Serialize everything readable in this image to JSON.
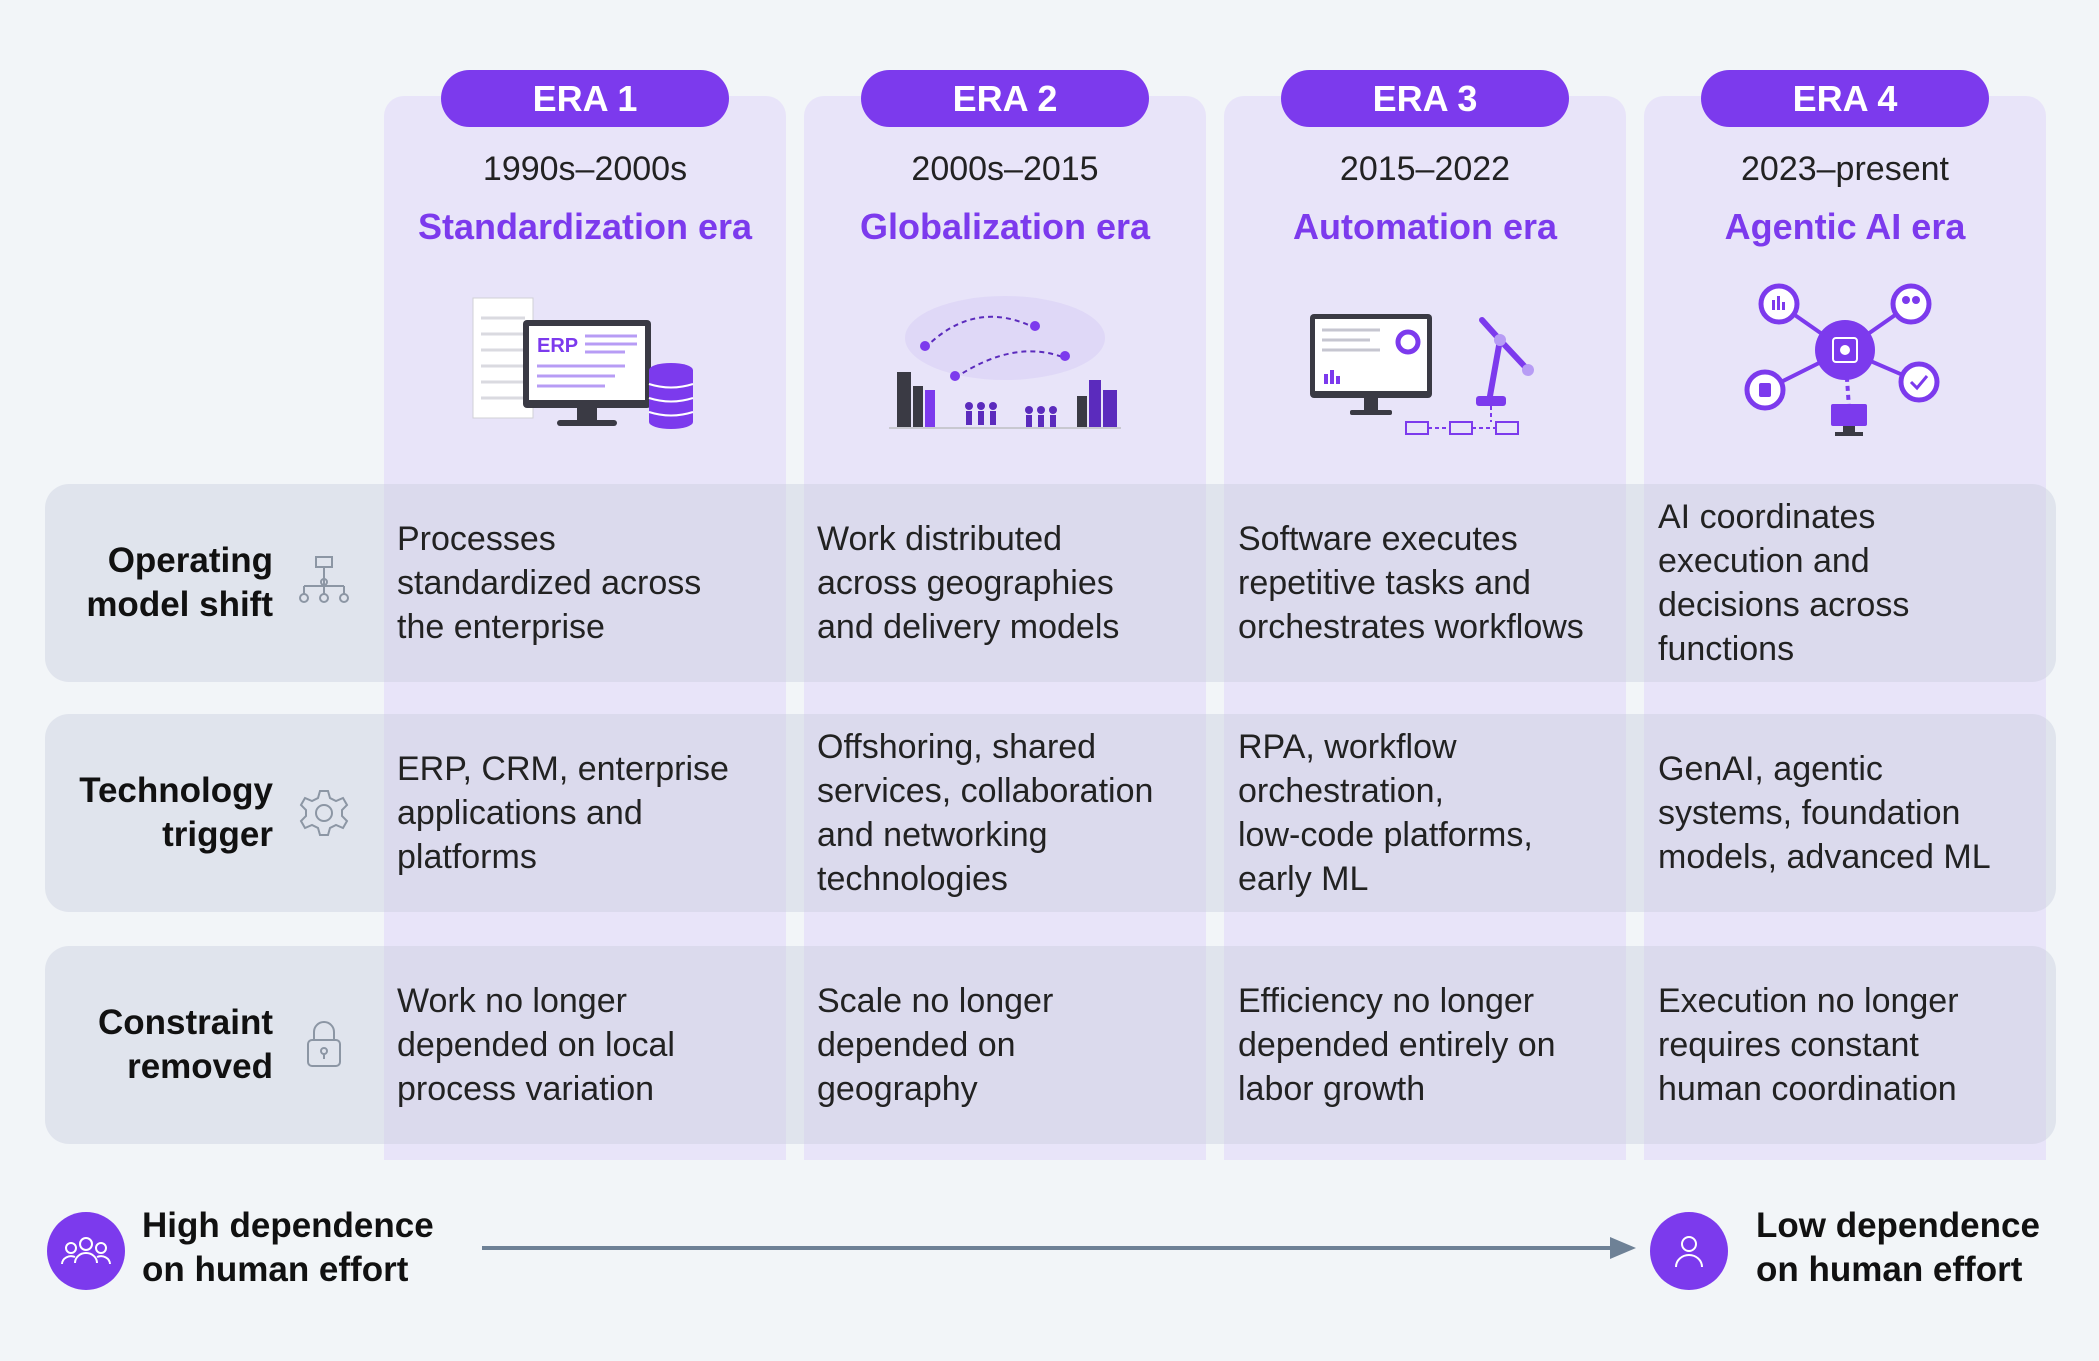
{
  "eras": [
    {
      "badge": "ERA 1",
      "years": "1990s–2000s",
      "name": "Standardization era",
      "illustration": "erp-computer-database-icon"
    },
    {
      "badge": "ERA 2",
      "years": "2000s–2015",
      "name": "Globalization era",
      "illustration": "world-map-cities-people-icon"
    },
    {
      "badge": "ERA 3",
      "years": "2015–2022",
      "name": "Automation era",
      "illustration": "monitor-robot-arm-workflow-icon"
    },
    {
      "badge": "ERA 4",
      "years": "2023–present",
      "name": "Agentic AI era",
      "illustration": "ai-chip-network-icon"
    }
  ],
  "rows": [
    {
      "label_line1": "Operating",
      "label_line2": "model shift",
      "icon": "org-chart-icon",
      "cells": [
        [
          "Processes",
          "standardized across",
          "the enterprise"
        ],
        [
          "Work distributed",
          "across geographies",
          "and delivery models"
        ],
        [
          "Software executes",
          "repetitive tasks and",
          "orchestrates workflows"
        ],
        [
          "AI coordinates",
          "execution and",
          "decisions across",
          "functions"
        ]
      ]
    },
    {
      "label_line1": "Technology",
      "label_line2": "trigger",
      "icon": "gear-icon",
      "cells": [
        [
          "ERP, CRM, enterprise",
          "applications and",
          "platforms"
        ],
        [
          "Offshoring, shared",
          "services, collaboration",
          "and networking",
          "technologies"
        ],
        [
          "RPA, workflow",
          "orchestration,",
          "low-code platforms,",
          "early ML"
        ],
        [
          "GenAI, agentic",
          "systems, foundation",
          "models, advanced ML"
        ]
      ]
    },
    {
      "label_line1": "Constraint",
      "label_line2": "removed",
      "icon": "lock-icon",
      "cells": [
        [
          "Work no longer",
          "depended on local",
          "process variation"
        ],
        [
          "Scale no longer",
          "depended on",
          "geography"
        ],
        [
          "Efficiency no longer",
          "depended entirely on",
          "labor growth"
        ],
        [
          "Execution no longer",
          "requires constant",
          "human coordination"
        ]
      ]
    }
  ],
  "footer": {
    "left_line1": "High dependence",
    "left_line2": "on human effort",
    "left_icon": "group-people-icon",
    "right_line1": "Low dependence",
    "right_line2": "on human effort",
    "right_icon": "single-person-icon"
  },
  "colors": {
    "accent": "#7c3aed",
    "column_bg": "#e8e4f9",
    "page_bg": "#f2f5f8",
    "arrow": "#6e8196"
  }
}
